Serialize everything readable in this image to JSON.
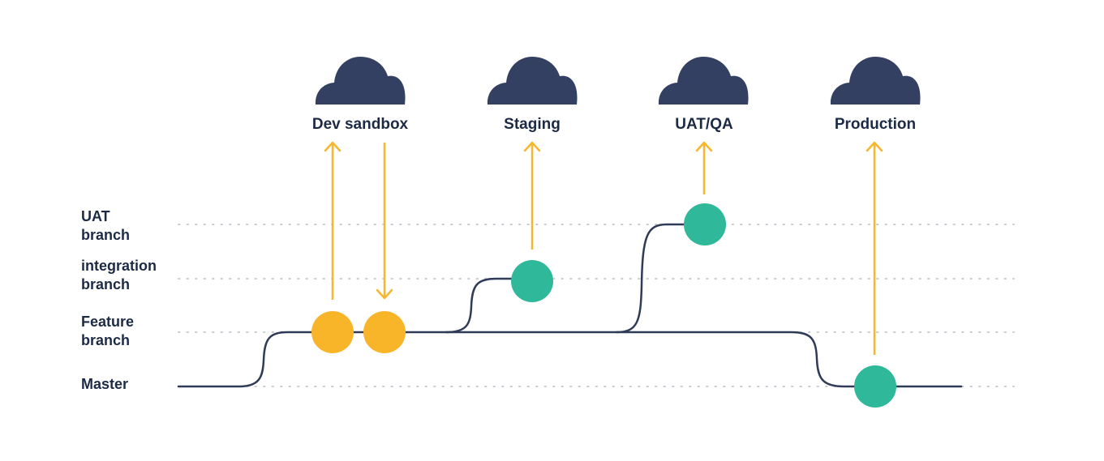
{
  "environments": [
    {
      "id": "dev",
      "label": "Dev sandbox"
    },
    {
      "id": "staging",
      "label": "Staging"
    },
    {
      "id": "uat",
      "label": "UAT/QA"
    },
    {
      "id": "prod",
      "label": "Production"
    }
  ],
  "branches": [
    {
      "id": "uat-branch",
      "lines": [
        "UAT",
        "branch"
      ]
    },
    {
      "id": "integration-branch",
      "lines": [
        "integration",
        "branch"
      ]
    },
    {
      "id": "feature-branch",
      "lines": [
        "Feature",
        "branch"
      ]
    },
    {
      "id": "master",
      "lines": [
        "Master"
      ]
    }
  ],
  "colors": {
    "cloud": "#344061",
    "text": "#1c2b45",
    "line": "#2f3b58",
    "arrow": "#f7b72c",
    "commit_feature": "#f9b52a",
    "commit_deploy": "#2fb89a",
    "guide": "#c9ccd2"
  }
}
